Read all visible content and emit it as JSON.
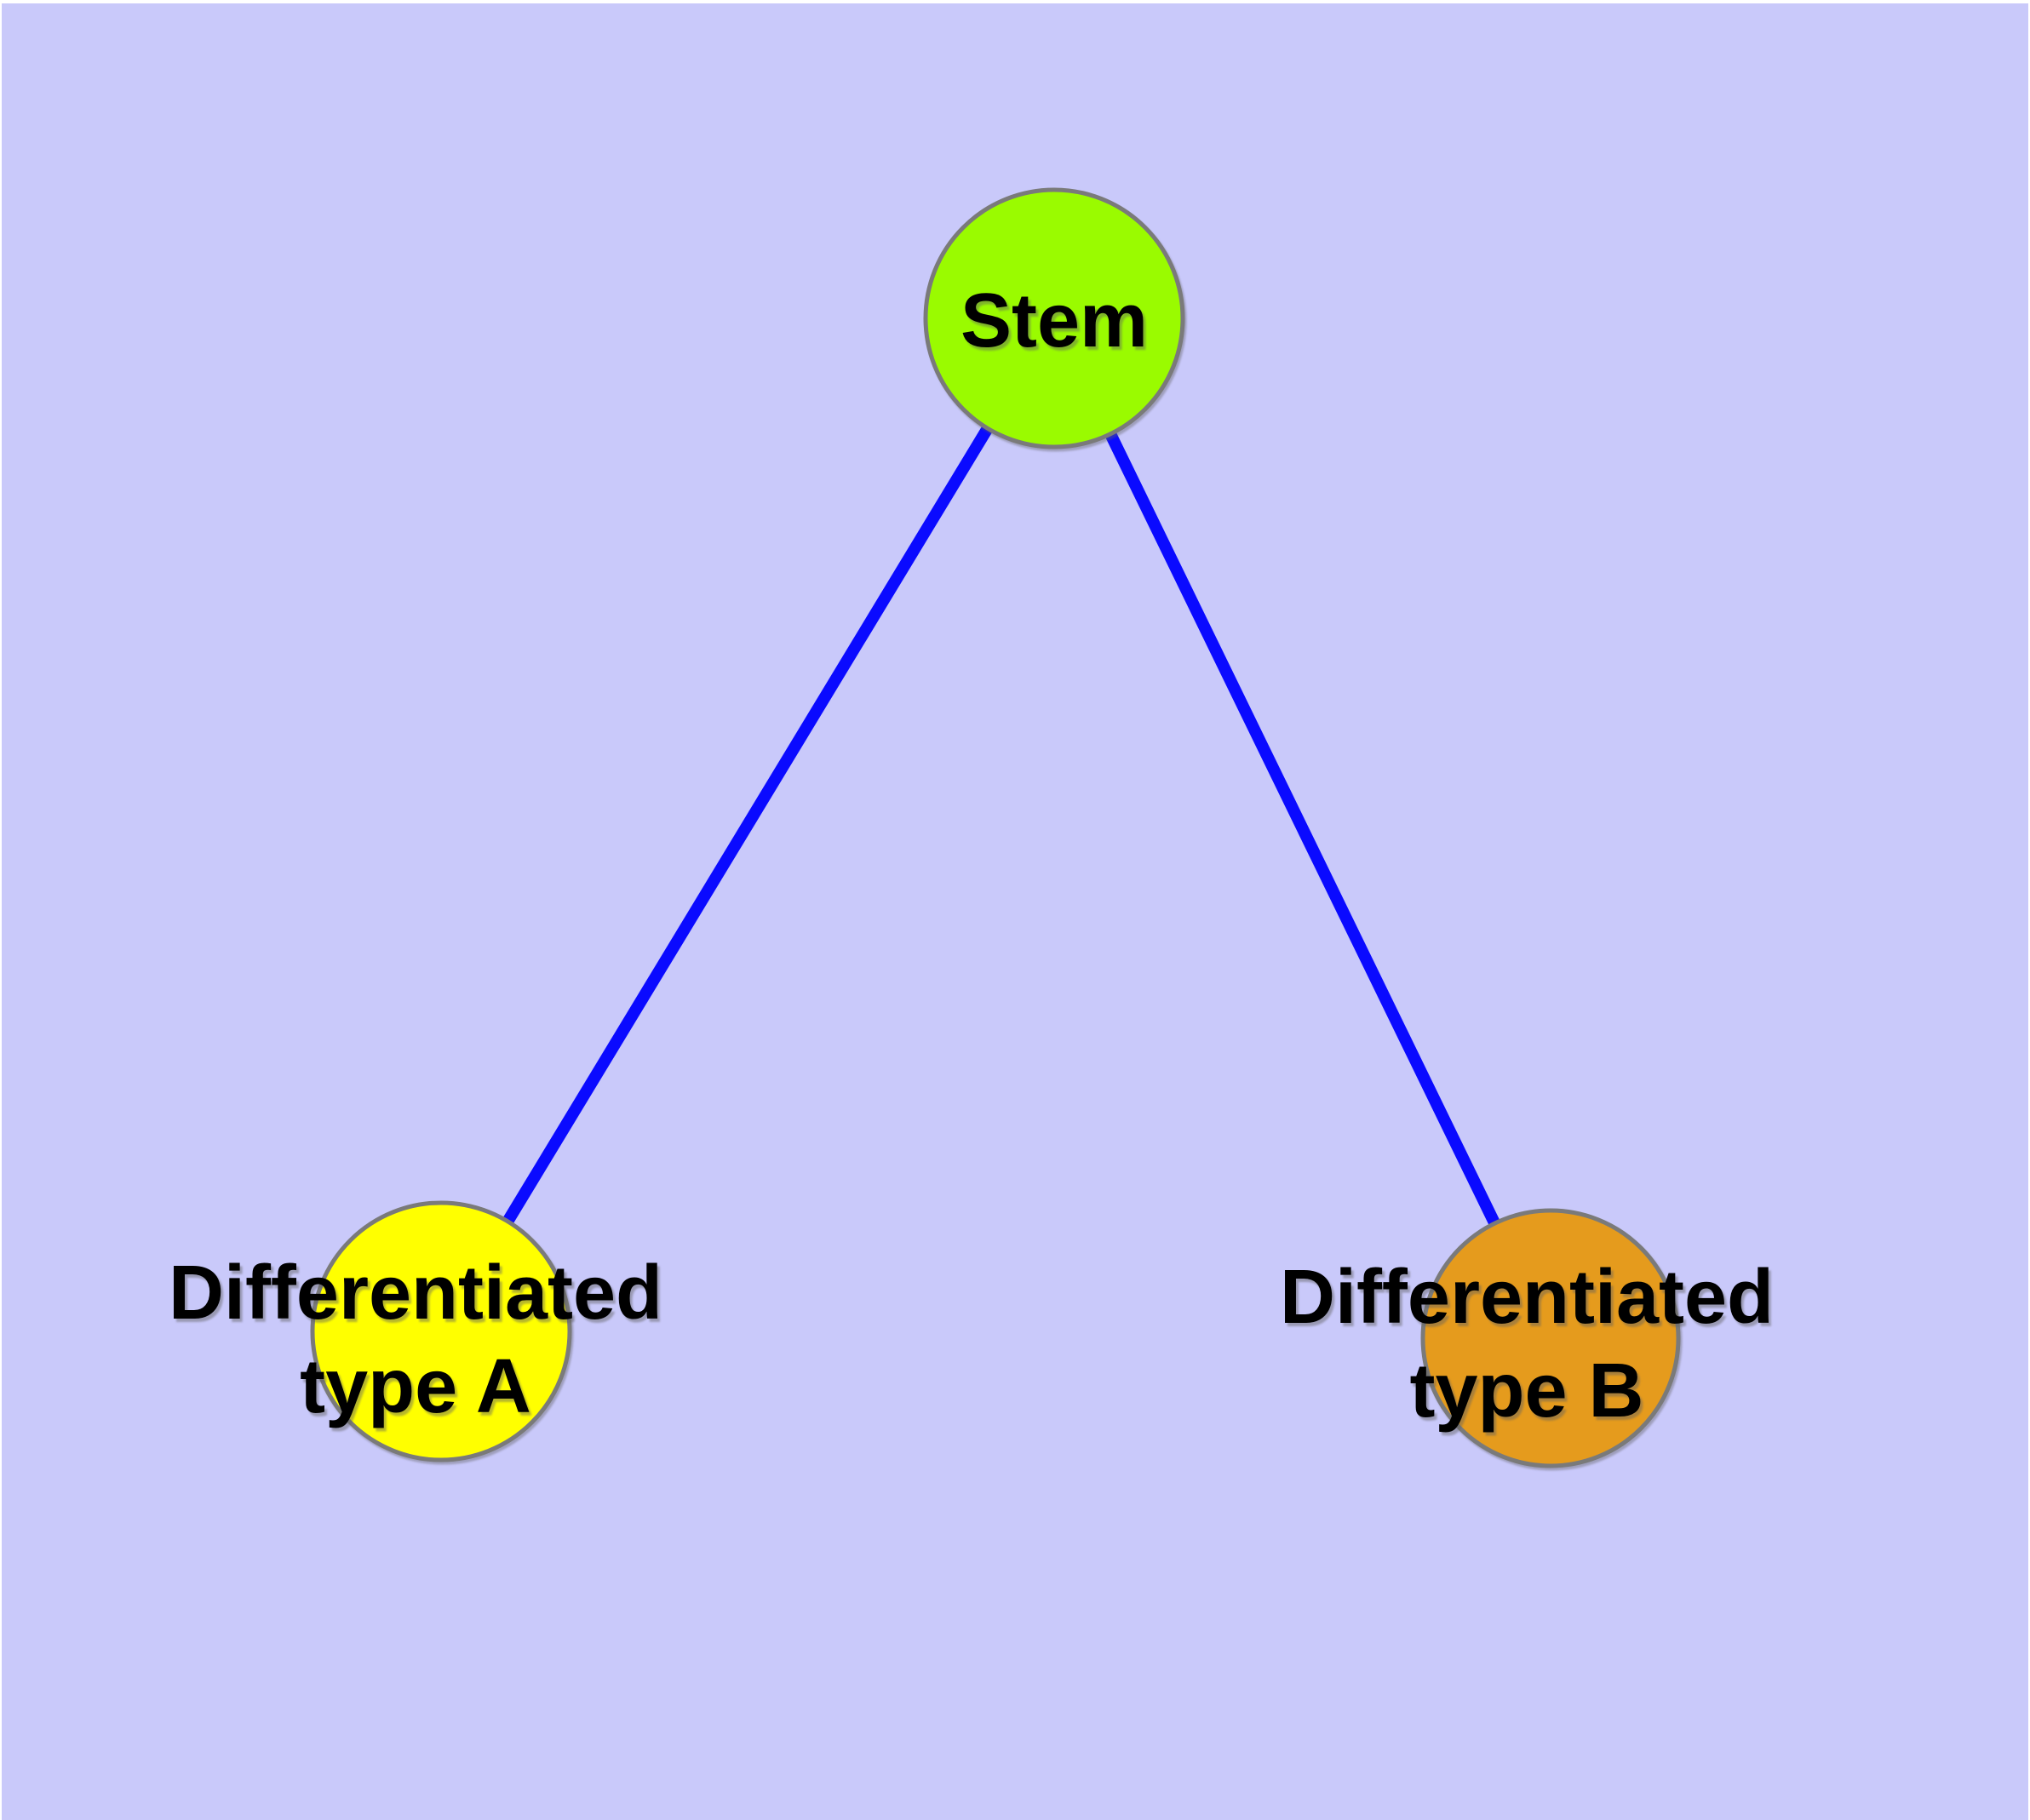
{
  "diagram": {
    "type": "graph",
    "background_color": "#c9c9fa",
    "margin_color": "#ffffff",
    "edge_color": "#0a0aff",
    "node_border_color": "#7a7a7a",
    "label_color": "#000000",
    "nodes": [
      {
        "id": "stem",
        "label": "Stem",
        "fill": "#9afb00"
      },
      {
        "id": "differentiated-type-a",
        "label_line1": "Differentiated",
        "label_line2": "type A",
        "fill": "#ffff00"
      },
      {
        "id": "differentiated-type-b",
        "label_line1": "Differentiated",
        "label_line2": "type B",
        "fill": "#e59b1d"
      }
    ],
    "edges": [
      {
        "from": "stem",
        "to": "differentiated-type-a"
      },
      {
        "from": "stem",
        "to": "differentiated-type-b"
      }
    ]
  }
}
